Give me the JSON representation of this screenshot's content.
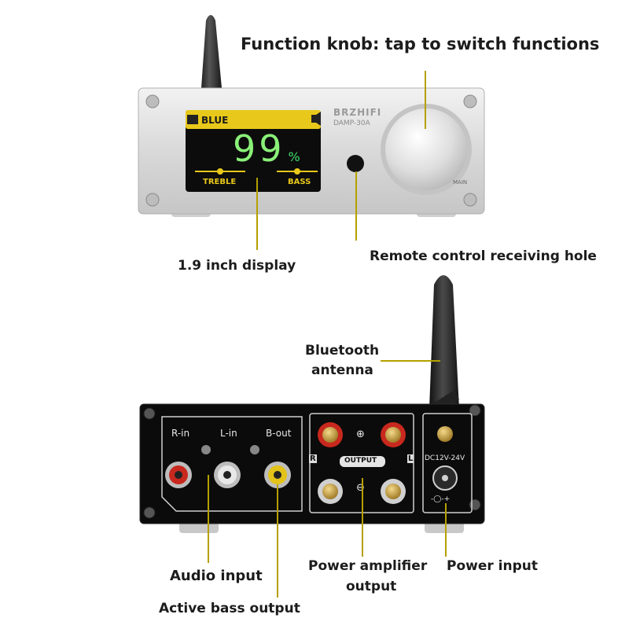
{
  "callouts": {
    "function_knob": "Function knob: tap to switch functions",
    "display": "1.9 inch display",
    "remote_hole": "Remote control receiving hole",
    "bluetooth_antenna_line1": "Bluetooth",
    "bluetooth_antenna_line2": "antenna",
    "audio_input": "Audio input",
    "active_bass_output": "Active bass output",
    "power_amp_output_line1": "Power amplifier",
    "power_amp_output_line2": "output",
    "power_input": "Power input"
  },
  "front_panel": {
    "brand": "BRZHIFI",
    "model": "DAMP-30A",
    "knob_label": "MAIN",
    "screen": {
      "source": "BLUE",
      "value": "99",
      "unit": "%",
      "left_label": "TREBLE",
      "right_label": "BASS"
    }
  },
  "rear_panel": {
    "r_in": "R-in",
    "l_in": "L-in",
    "b_out": "B-out",
    "output": "OUTPUT",
    "plus": "⊕",
    "minus": "⊖",
    "r_mark": "R",
    "l_mark": "L",
    "dc": "DC12V-24V",
    "polarity": "-◯-+"
  },
  "colors": {
    "leader": "#b5a000",
    "screen_header": "#e8c81a",
    "screen_value": "#8af078",
    "screen_unit": "#3ee06a",
    "rca_red": "#c8281e",
    "rca_white": "#e8e8e8",
    "rca_yellow": "#e3c21a"
  }
}
